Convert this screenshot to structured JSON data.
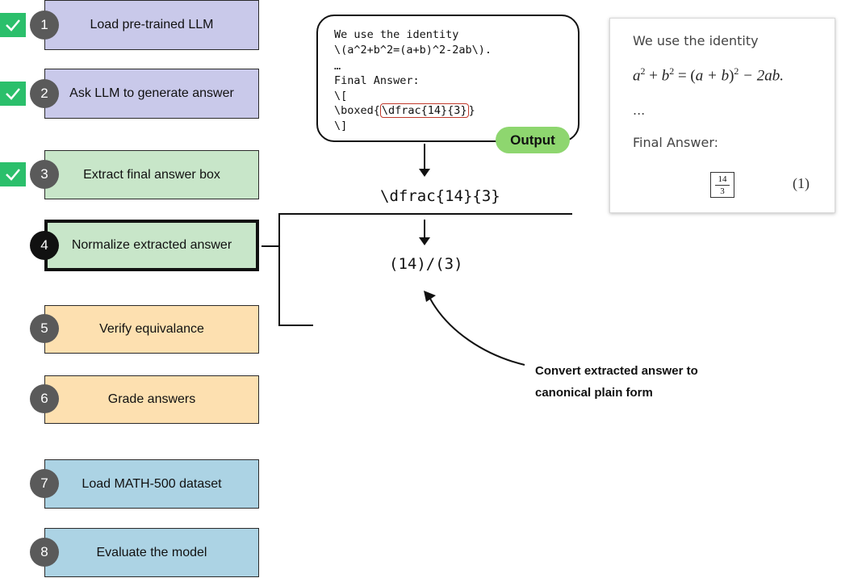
{
  "steps": [
    {
      "num": "1",
      "label": "Load pre-trained LLM"
    },
    {
      "num": "2",
      "label": "Ask LLM to generate answer"
    },
    {
      "num": "3",
      "label": "Extract final answer box"
    },
    {
      "num": "4",
      "label": "Normalize extracted answer"
    },
    {
      "num": "5",
      "label": "Verify equivalance"
    },
    {
      "num": "6",
      "label": "Grade answers"
    },
    {
      "num": "7",
      "label": "Load MATH-500 dataset"
    },
    {
      "num": "8",
      "label": "Evaluate the model"
    }
  ],
  "code": {
    "line1": "We use the identity",
    "line2": "\\(a^2+b^2=(a+b)^2-2ab\\).",
    "line3": "…",
    "line4": "Final Answer:",
    "line5": "\\[",
    "line6_prefix": "\\boxed{",
    "line6_highlight": "\\dfrac{14}{3}",
    "line6_suffix": "}",
    "line7": "\\]"
  },
  "output_label": "Output",
  "rendered": {
    "line1": "We use the identity",
    "eq_a": "a",
    "eq_plus": " + ",
    "eq_b": "b",
    "eq_eq": " = (",
    "eq_ab": "a + b",
    "eq_close": ")",
    "eq_tail": " − 2ab.",
    "sup2": "2",
    "ellipsis": "...",
    "final": "Final Answer:",
    "frac_num": "14",
    "frac_den": "3",
    "eqno": "(1)"
  },
  "extracted": "\\dfrac{14}{3}",
  "normalized": "(14)/(3)",
  "note": {
    "line1": "Convert extracted answer to",
    "line2": "canonical plain form"
  },
  "colors": {
    "purple": "#c9c9ea",
    "green": "#c8e6c9",
    "orange": "#fde0b0",
    "blue": "#acd3e4",
    "check": "#2bbf6b",
    "output": "#8ed66f",
    "highlight": "#c0392b"
  },
  "icons": {
    "check": "check-icon"
  }
}
